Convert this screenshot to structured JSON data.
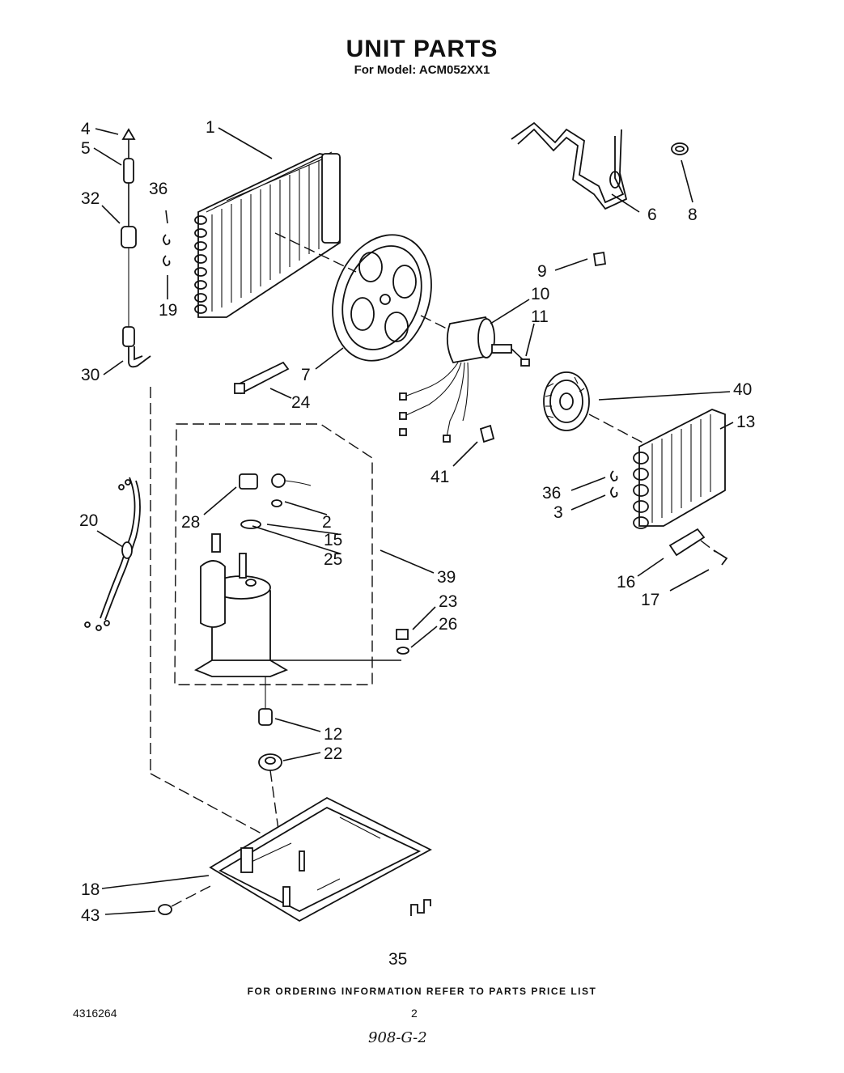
{
  "header": {
    "title": "UNIT PARTS",
    "subtitle": "For Model: ACM052XX1"
  },
  "callouts": [
    "1",
    "2",
    "3",
    "4",
    "5",
    "6",
    "7",
    "8",
    "9",
    "10",
    "11",
    "12",
    "13",
    "15",
    "16",
    "17",
    "18",
    "19",
    "20",
    "22",
    "23",
    "24",
    "25",
    "26",
    "28",
    "30",
    "32",
    "35",
    "36",
    "36",
    "39",
    "40",
    "41",
    "43"
  ],
  "footer": {
    "note": "FOR ORDERING INFORMATION REFER TO PARTS PRICE LIST",
    "doc_number": "4316264",
    "page_number": "2",
    "handwritten": "908-G-2"
  }
}
